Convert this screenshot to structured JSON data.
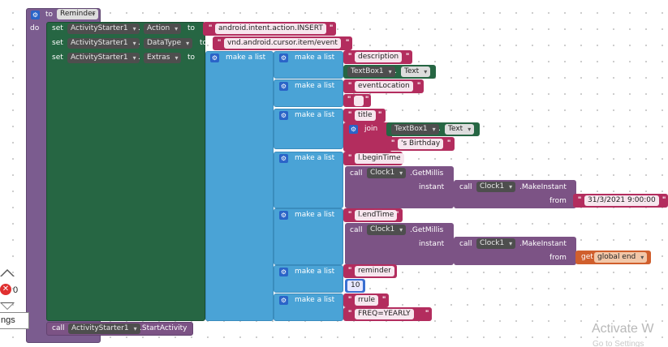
{
  "procedure": {
    "to_label": "to",
    "name": "Reminder",
    "do_label": "do"
  },
  "set1": {
    "set": "set",
    "component": "ActivityStarter1",
    "property": "Action",
    "to": "to",
    "value": "android.intent.action.INSERT"
  },
  "set2": {
    "set": "set",
    "component": "ActivityStarter1",
    "property": "DataType",
    "to": "to",
    "value": "vnd.android.cursor.item/event"
  },
  "set3": {
    "set": "set",
    "component": "ActivityStarter1",
    "property": "Extras",
    "to": "to"
  },
  "make_list_label": "make a list",
  "pair1": {
    "key": "description",
    "component": "TextBox1",
    "property": "Text"
  },
  "pair2": {
    "key": "eventLocation",
    "value": ""
  },
  "pair3": {
    "key": "title",
    "join": "join",
    "component": "TextBox1",
    "property": "Text",
    "suffix": "'s Birthday"
  },
  "pair4": {
    "key": "l.beginTime",
    "call": "call",
    "clock": "Clock1",
    "getmillis": ".GetMillis",
    "instant": "instant",
    "makeinstant": ".MakeInstant",
    "from": "from",
    "date": "31/3/2021 9:00:00"
  },
  "pair5": {
    "key": "l.endTime",
    "call": "call",
    "clock": "Clock1",
    "getmillis": ".GetMillis",
    "instant": "instant",
    "makeinstant": ".MakeInstant",
    "from": "from",
    "get": "get",
    "var": "global end"
  },
  "pair6": {
    "key": "reminder",
    "value": "10"
  },
  "pair7": {
    "key": "rrule",
    "value": "FREQ=YEARLY"
  },
  "start": {
    "call": "call",
    "component": "ActivityStarter1",
    "method": ".StartActivity"
  },
  "warnings": {
    "count": "0",
    "toggle_label": "ngs"
  },
  "watermark": {
    "line1": "Activate W",
    "line2": "Go to Settings"
  },
  "colors": {
    "procedure": "#7b5c8f",
    "component_setter": "#266643",
    "list": "#4aa3d6",
    "text": "#b32d5e",
    "component_method": "#7c5385",
    "variable": "#d05f2d"
  }
}
